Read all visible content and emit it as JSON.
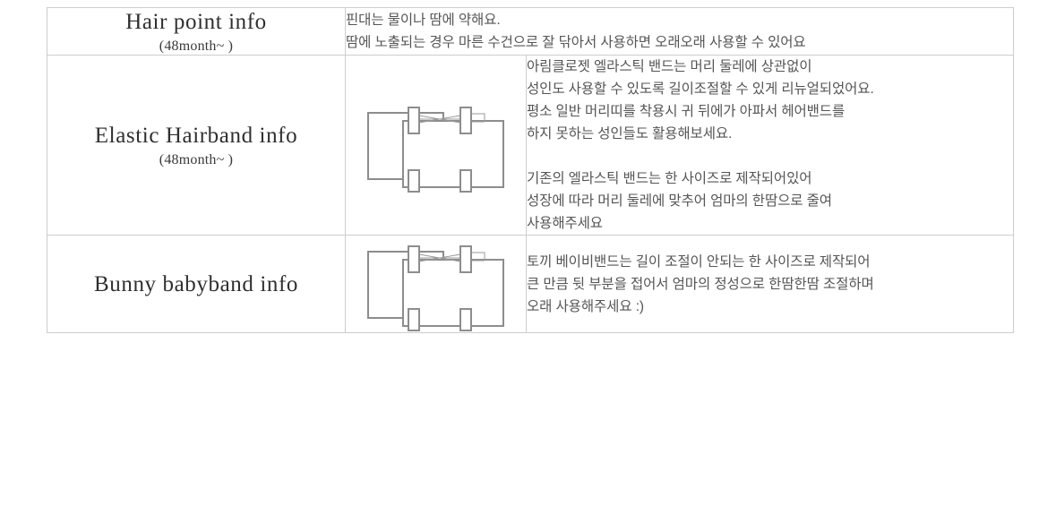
{
  "document": {
    "type": "product-info-table",
    "rows": [
      {
        "id": "hair-point-info",
        "title": "Hair point info",
        "subtitle": "(48month~ )",
        "has_image": false,
        "image_label": "",
        "paragraphs": [
          "핀대는 물이나 땀에 약해요.\n땀에 노출되는 경우 마른 수건으로 잘 닦아서 사용하면 오래오래 사용할 수 있어요"
        ]
      },
      {
        "id": "elastic-hairband-info",
        "title": "Elastic Hairband info",
        "subtitle": "(48month~ )",
        "has_image": true,
        "image_label": "elastic-hairband-diagram",
        "paragraphs": [
          "아림클로젯 엘라스틱 밴드는 머리 둘레에 상관없이\n성인도 사용할 수 있도록 길이조절할 수 있게 리뉴얼되었어요.\n평소 일반 머리띠를 착용시 귀 뒤에가 아파서 헤어밴드를\n하지 못하는 성인들도 활용해보세요.",
          "기존의 엘라스틱 밴드는 한 사이즈로 제작되어있어\n성장에 따라 머리 둘레에 맞추어 엄마의 한땀으로 줄여\n사용해주세요"
        ]
      },
      {
        "id": "bunny-babyband-info",
        "title": "Bunny babyband info",
        "subtitle": "",
        "has_image": true,
        "image_label": "bunny-babyband-diagram",
        "paragraphs": [
          "토끼 베이비밴드는 길이 조절이 안되는 한 사이즈로 제작되어\n큰 만큼 뒷 부분을 접어서 엄마의 정성으로 한땀한땀 조절하며\n오래 사용해주세요 :)"
        ]
      }
    ]
  },
  "colors": {
    "border": "#cdcdcd",
    "title_text": "#2f2f2f",
    "body_text": "#555555",
    "diagram_stroke": "#8d8d8d",
    "background": "#ffffff"
  }
}
